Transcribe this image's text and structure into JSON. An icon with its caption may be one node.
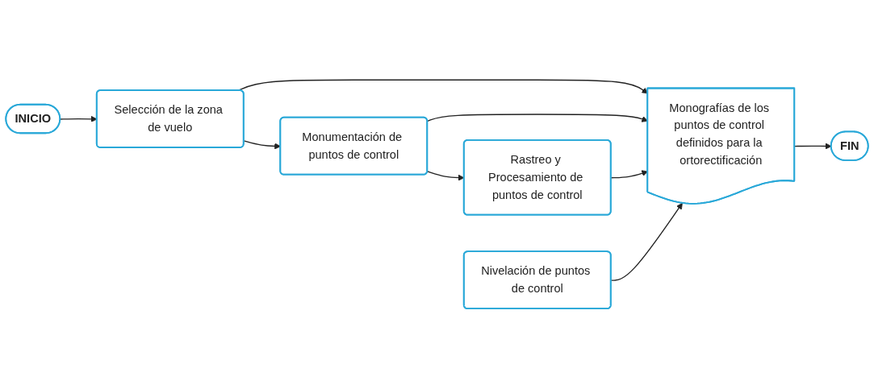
{
  "diagram": {
    "nodes": [
      {
        "text": [
          "INICIO"
        ]
      },
      {
        "text": [
          "Selección de la zona de vuelo"
        ]
      },
      {
        "text": [
          "Monumentación de puntos de control"
        ]
      },
      {
        "text": [
          "Rastreo y Procesamiento de puntos de control"
        ]
      },
      {
        "text": [
          "Nivelación de puntos de control"
        ]
      },
      {
        "text": [
          "Monografías de los puntos de control definidos para la ortorectificación"
        ]
      },
      {
        "text": [
          "FIN"
        ]
      }
    ],
    "edges": [
      {
        "from": 0,
        "to": 1,
        "arrow": "to"
      },
      {
        "from": 1,
        "to": 2,
        "arrow": "to"
      },
      {
        "from": 2,
        "to": 3,
        "arrow": "to"
      },
      {
        "from": 1,
        "to": 5,
        "arrow": "to"
      },
      {
        "from": 2,
        "to": 5,
        "arrow": "to"
      },
      {
        "from": 3,
        "to": 5,
        "arrow": "to"
      },
      {
        "from": 4,
        "to": 5,
        "arrow": "to"
      },
      {
        "from": 5,
        "to": 6,
        "arrow": "to"
      }
    ]
  }
}
